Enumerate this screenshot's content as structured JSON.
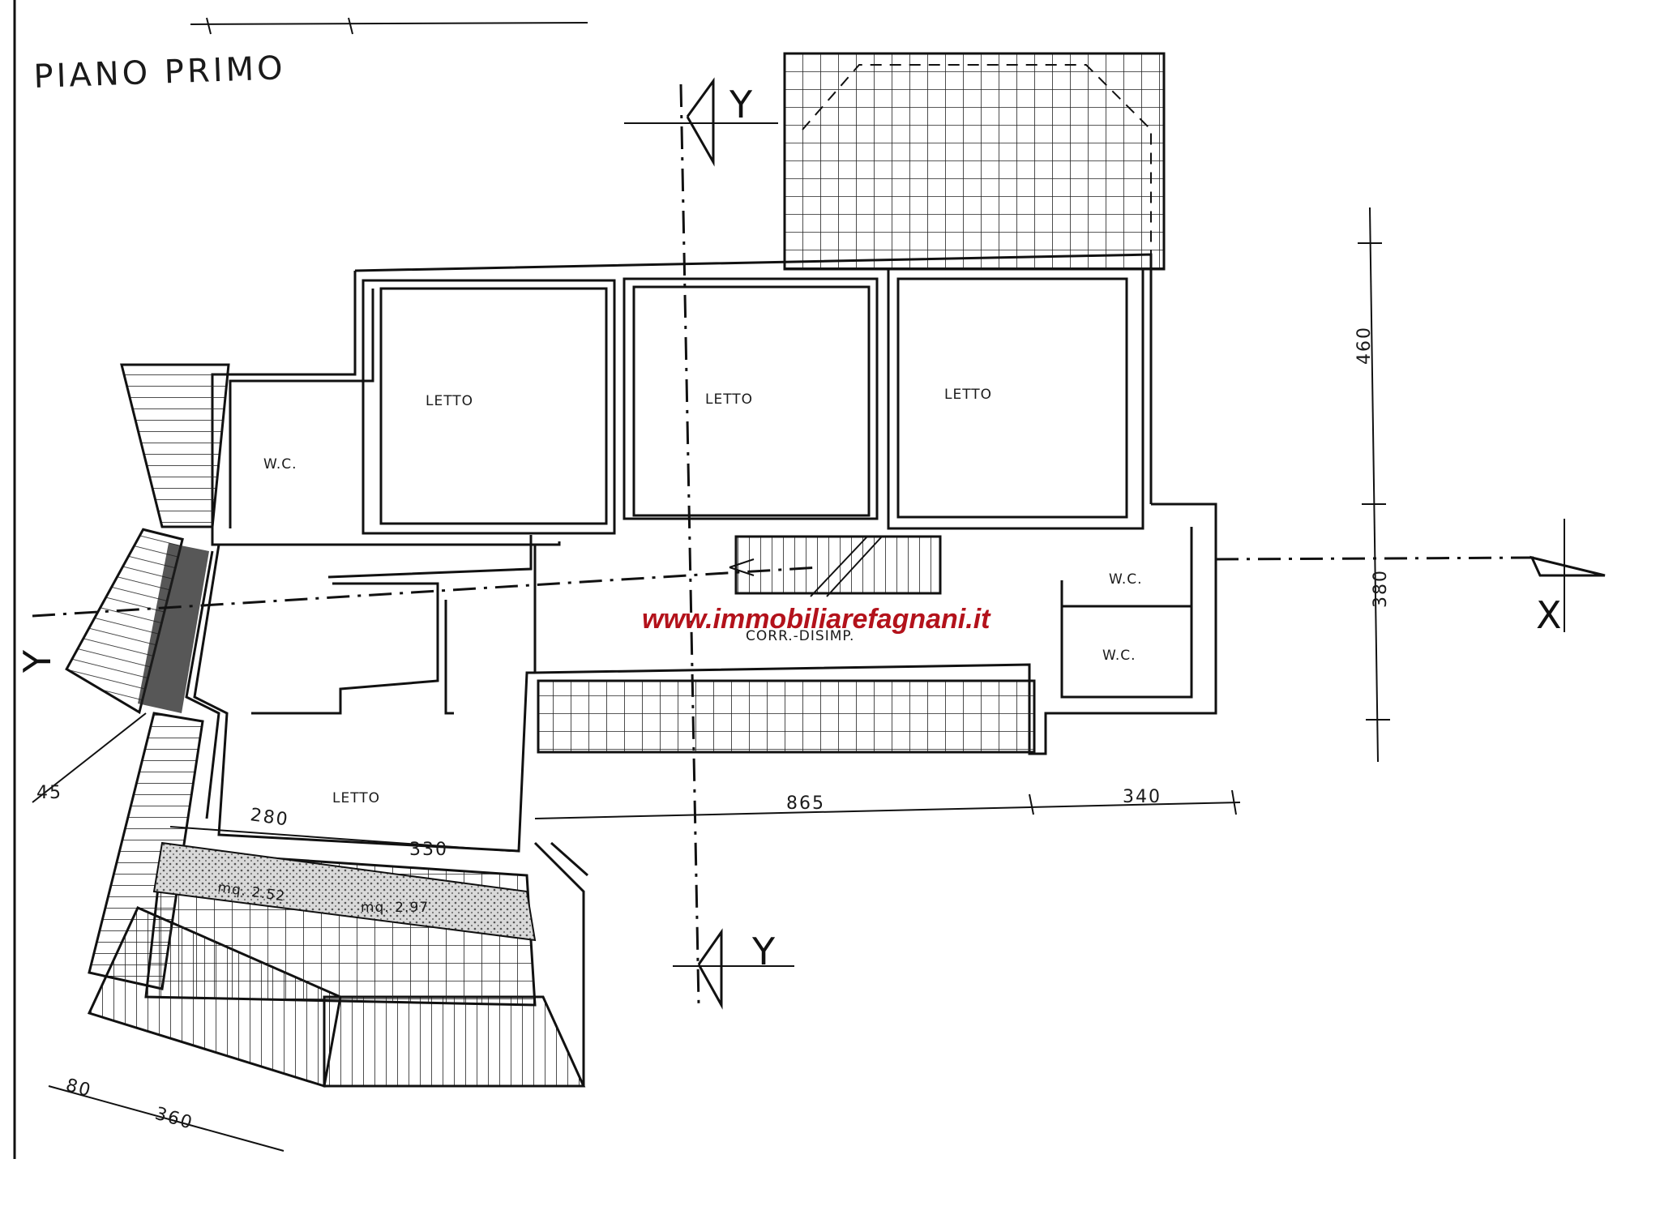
{
  "title": "PIANO PRIMO",
  "watermark": "www.immobiliarefagnani.it",
  "rooms": {
    "letto_1": "LETTO",
    "letto_2": "LETTO",
    "letto_3": "LETTO",
    "letto_4": "LETTO",
    "wc_1": "W.C.",
    "wc_2": "W.C.",
    "wc_3": "W.C.",
    "corridor": "CORR.-DISIMP."
  },
  "dimensions": {
    "d460": "460",
    "d380": "380",
    "d865": "865",
    "d340": "340",
    "d280": "280",
    "d330": "330",
    "d80": "80",
    "d360": "360",
    "d45": "45",
    "area_1": "mq. 2.52",
    "area_2": "mq. 2.97"
  },
  "section_markers": {
    "y_top": "Y",
    "y_bottom": "Y",
    "x_right": "X",
    "y_left": "Y"
  },
  "colors": {
    "ink": "#111111",
    "watermark": "#b3121b",
    "paper": "#ffffff"
  }
}
